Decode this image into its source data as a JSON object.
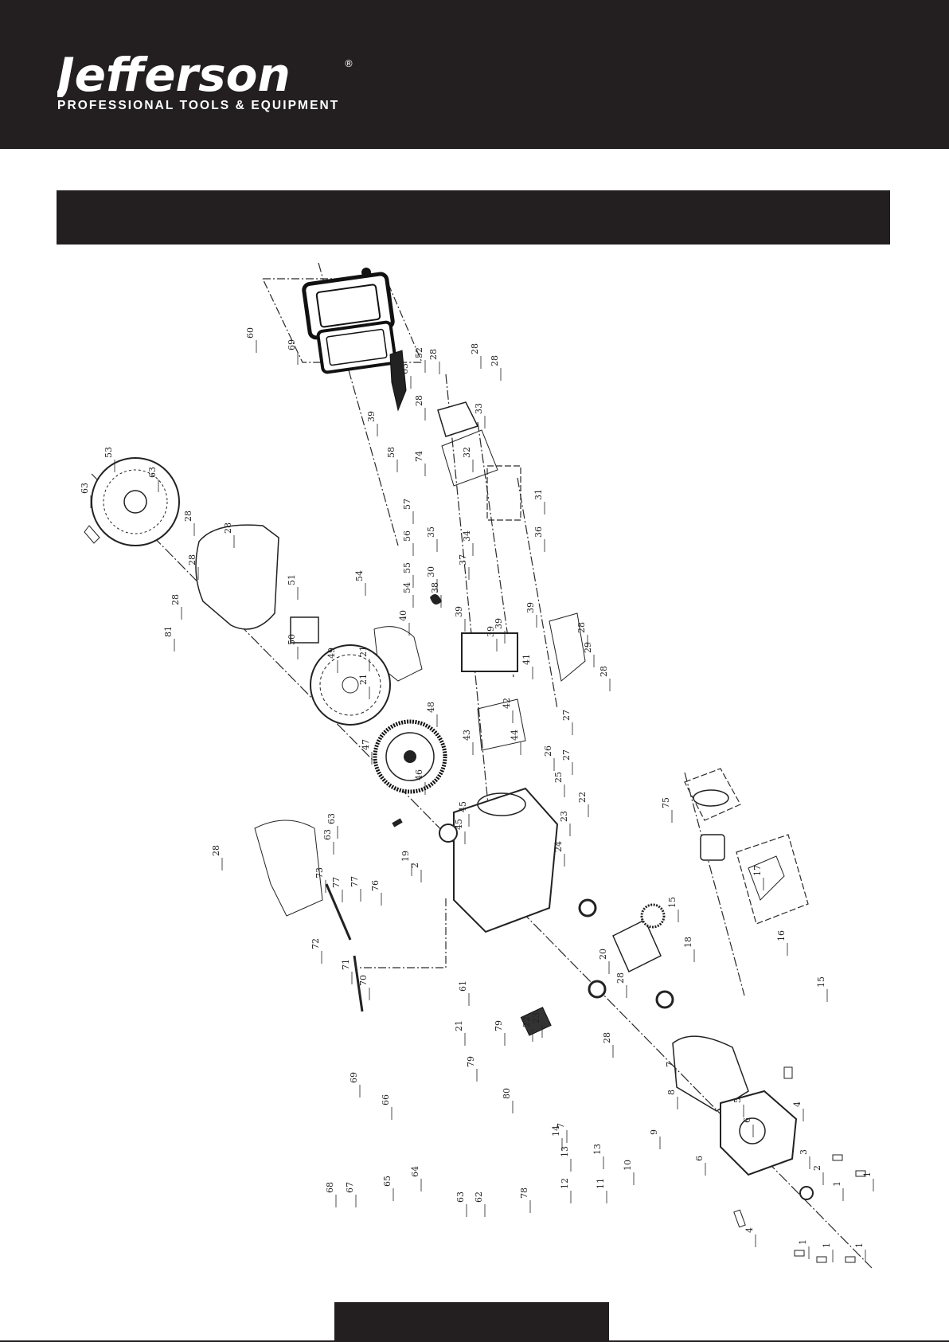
{
  "header": {
    "brand": "Jefferson",
    "registered_mark": "®",
    "tagline": "PROFESSIONAL TOOLS & EQUIPMENT",
    "background_color": "#231f20",
    "text_color": "#ffffff"
  },
  "title_bar": {
    "title": "",
    "background_color": "#231f20"
  },
  "diagram": {
    "callouts": [
      "60",
      "69",
      "52",
      "63",
      "28",
      "28",
      "28",
      "28",
      "33",
      "39",
      "58",
      "74",
      "32",
      "57",
      "31",
      "56",
      "55",
      "35",
      "34",
      "37",
      "36",
      "30",
      "38",
      "54",
      "54",
      "40",
      "39",
      "39",
      "39",
      "39",
      "29",
      "28",
      "28",
      "41",
      "42",
      "27",
      "43",
      "27",
      "44",
      "26",
      "25",
      "22",
      "23",
      "45",
      "45",
      "24",
      "63",
      "53",
      "63",
      "63",
      "28",
      "28",
      "28",
      "51",
      "28",
      "81",
      "50",
      "49",
      "21",
      "21",
      "48",
      "47",
      "46",
      "19",
      "75",
      "63",
      "28",
      "73",
      "77",
      "77",
      "76",
      "2",
      "15",
      "17",
      "18",
      "16",
      "15",
      "20",
      "28",
      "28",
      "61",
      "23",
      "22",
      "21",
      "79",
      "72",
      "71",
      "70",
      "79",
      "80",
      "69",
      "66",
      "7",
      "8",
      "9",
      "14",
      "13",
      "12",
      "13",
      "11",
      "10",
      "7",
      "68",
      "67",
      "65",
      "64",
      "78",
      "63",
      "62",
      "5",
      "6",
      "4",
      "3",
      "6",
      "2",
      "1",
      "1",
      "4",
      "1",
      "1",
      "1"
    ]
  },
  "footer": {
    "page_label": "",
    "background_color": "#231f20"
  }
}
